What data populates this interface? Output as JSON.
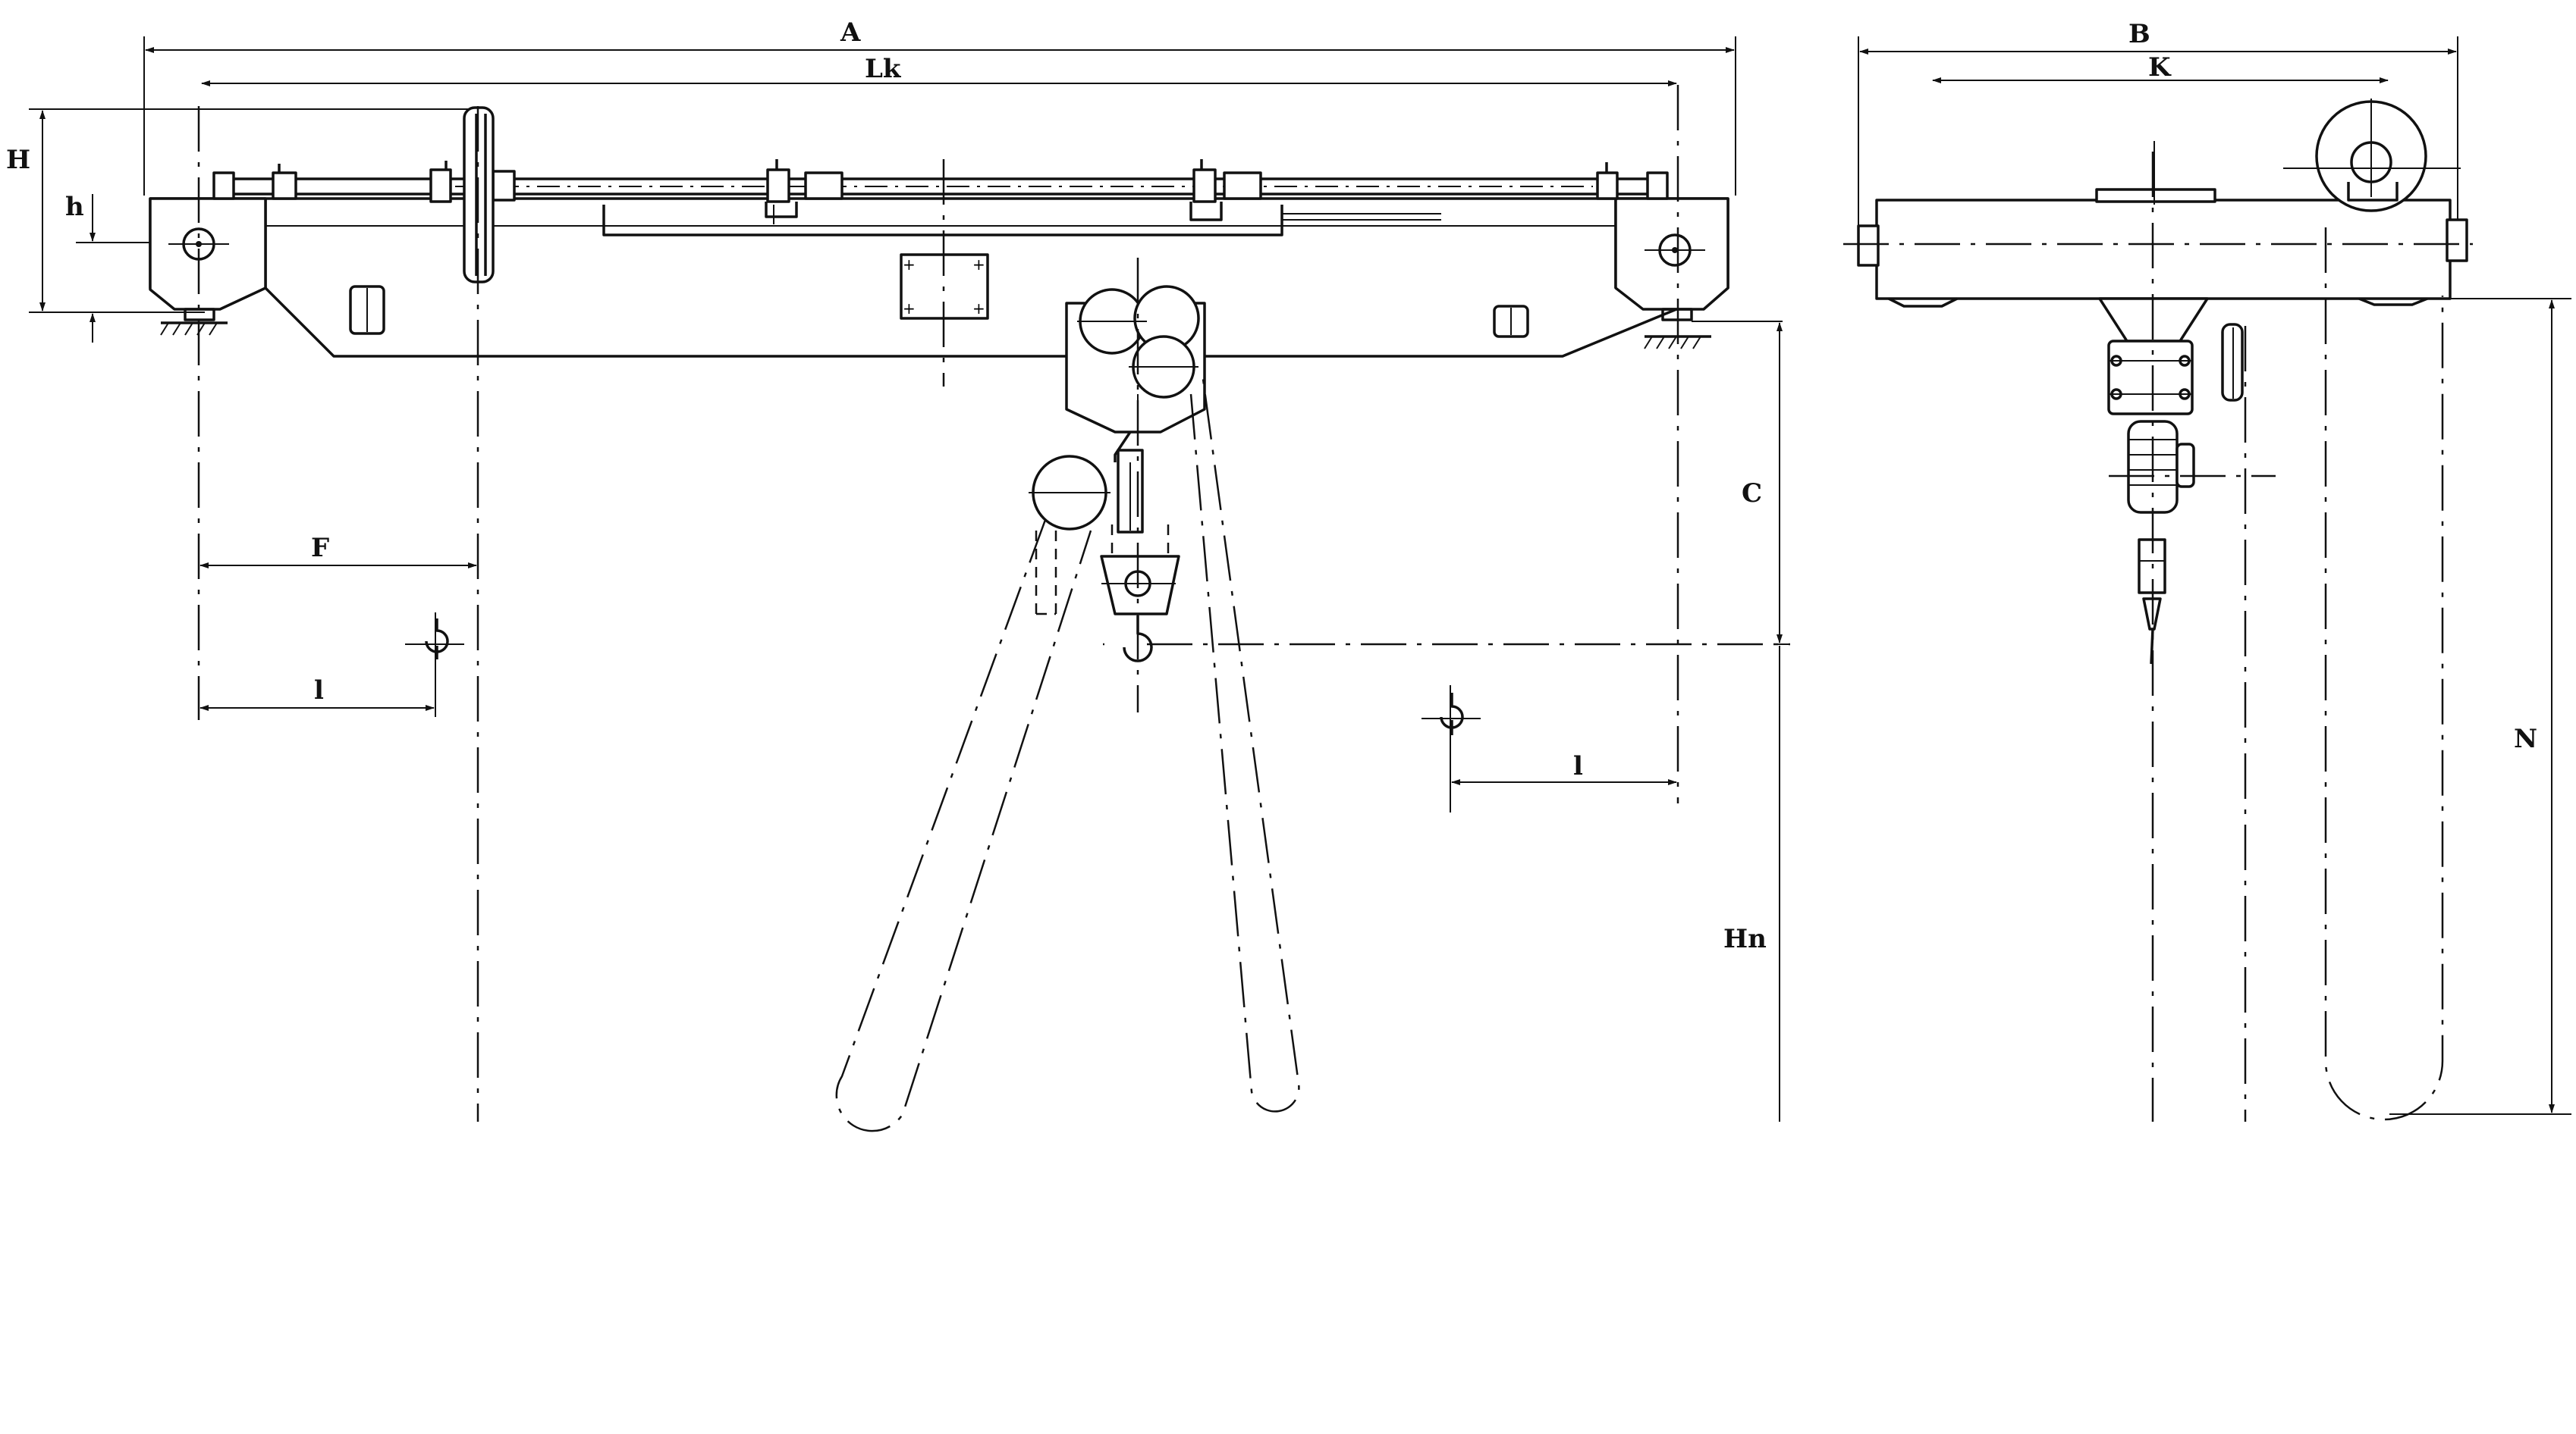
{
  "labels": {
    "A": "A",
    "Lk": "Lk",
    "H": "H",
    "h": "h",
    "C": "C",
    "F": "F",
    "l_left": "l",
    "l_right": "l",
    "Hn": "Hn",
    "B": "B",
    "K": "K",
    "N": "N"
  }
}
